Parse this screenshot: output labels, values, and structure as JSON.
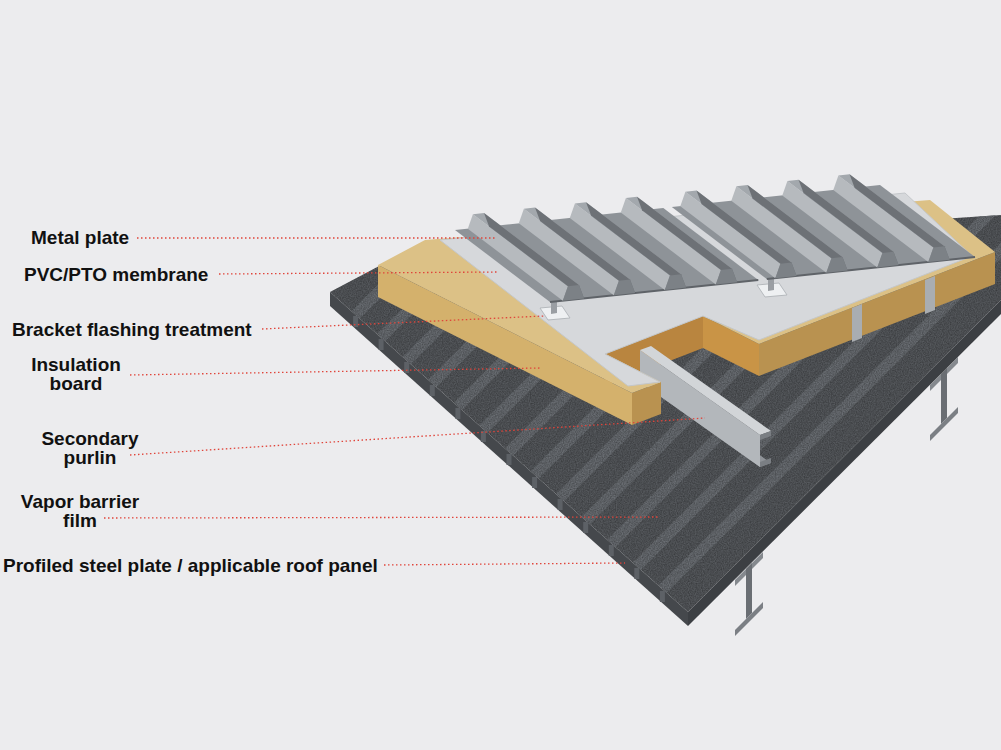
{
  "diagram": {
    "labels": [
      "Metal plate",
      "PVC/PTO membrane",
      "Bracket flashing treatment",
      "Insulation board",
      "Secondary purlin",
      "Vapor barrier film",
      "Profiled steel plate / applicable roof panel"
    ]
  }
}
